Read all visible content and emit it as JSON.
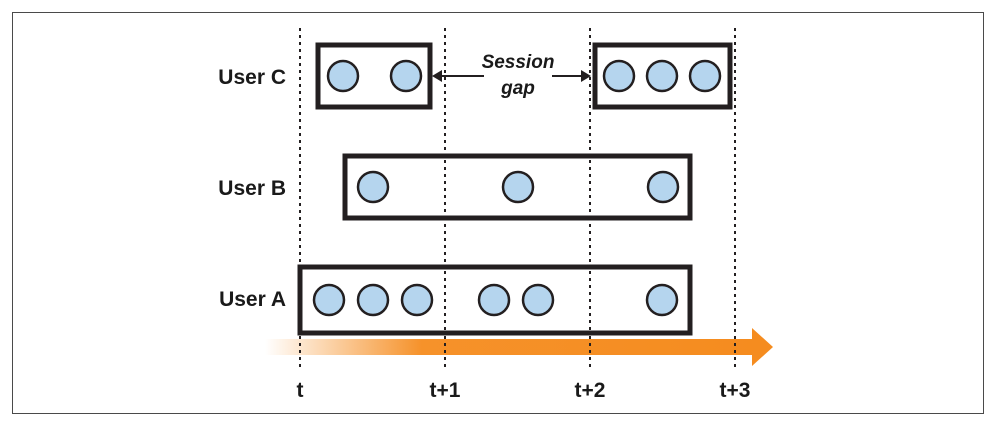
{
  "colors": {
    "dot_fill": "#b5d5ee",
    "stroke": "#231f20",
    "arrow": "#f58c1f"
  },
  "time_ticks": [
    "t",
    "t+1",
    "t+2",
    "t+3"
  ],
  "gap_annotation": {
    "line1": "Session",
    "line2": "gap"
  },
  "users": [
    {
      "label": "User C",
      "sessions": 2,
      "events": [
        0.28,
        0.76,
        2.22,
        2.47,
        2.72
      ]
    },
    {
      "label": "User B",
      "sessions": 1,
      "events": [
        0.5,
        1.5,
        2.5
      ]
    },
    {
      "label": "User A",
      "sessions": 1,
      "events": [
        0.2,
        0.5,
        0.8,
        1.25,
        1.55,
        2.5
      ]
    }
  ]
}
